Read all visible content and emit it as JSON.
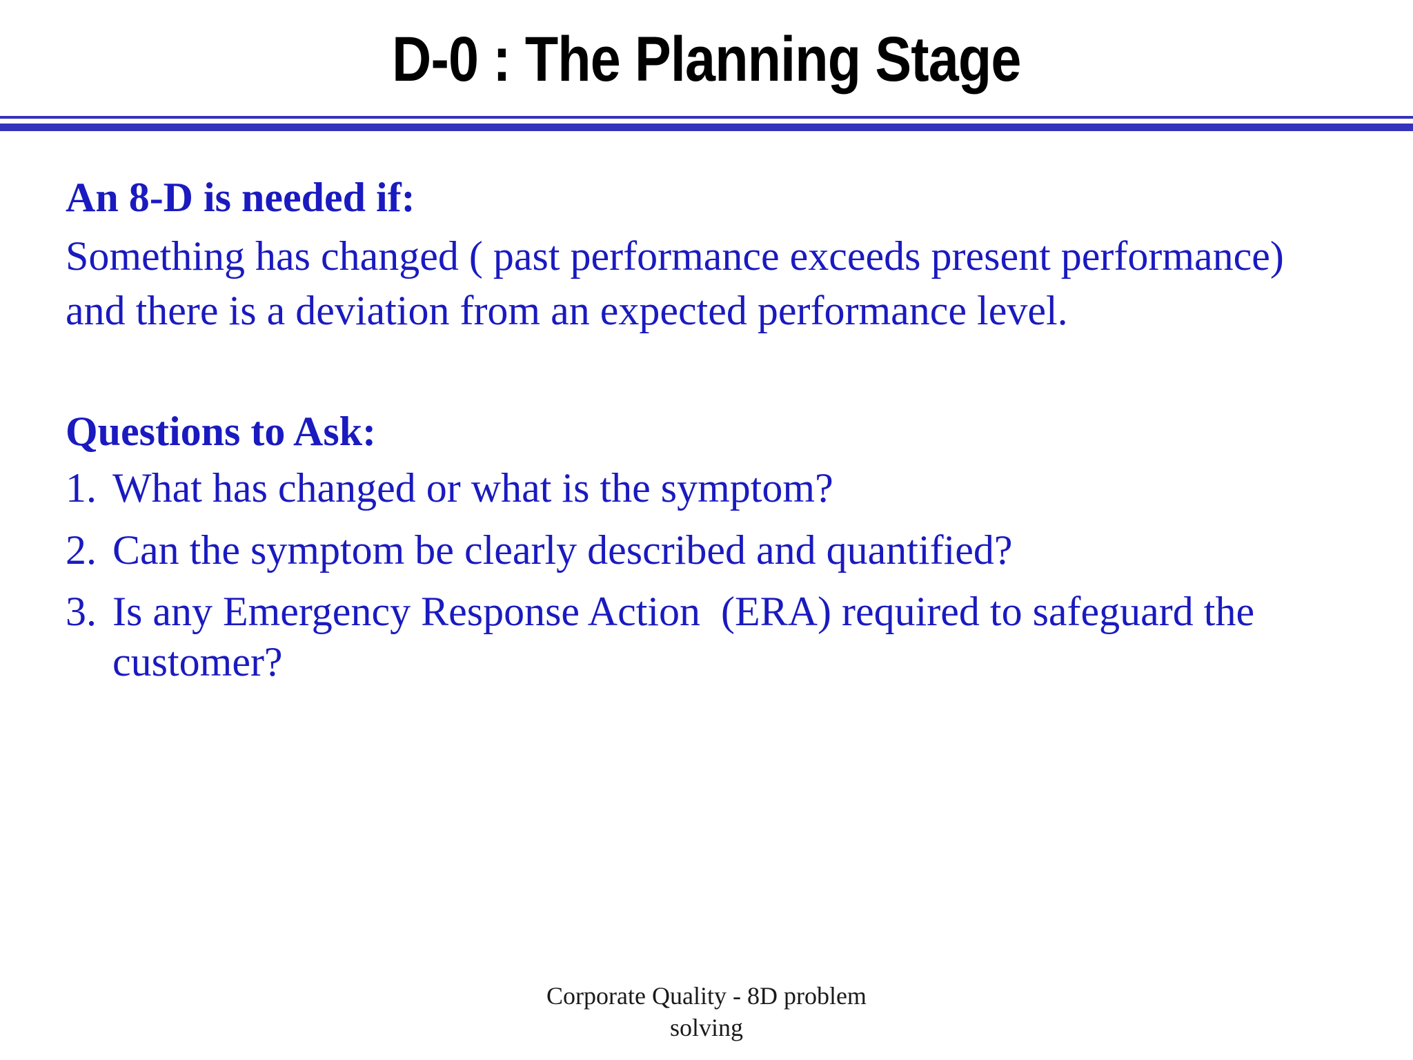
{
  "slide": {
    "title": "D-0 : The Planning Stage",
    "background_color": "#ffffff",
    "title_color": "#000000",
    "accent_color": "#3333bb",
    "body_text_color": "#1a1ac0",
    "footer_text_color": "#1a1a1a"
  },
  "body": {
    "lead_heading": "An 8-D is needed if:",
    "lead_paragraph": "Something has changed ( past performance exceeds present performance) and there is a deviation from an expected performance level.",
    "section_heading": "Questions to Ask:",
    "questions": [
      {
        "number": "1.",
        "text": "What has changed or what is the symptom?"
      },
      {
        "number": "2.",
        "text": "Can the symptom be clearly described and quantified?"
      },
      {
        "number": "3.",
        "text": "Is any Emergency Response Action  (ERA) required to safeguard the customer?"
      }
    ]
  },
  "footer": {
    "line1": "Corporate Quality - 8D problem",
    "line2": "solving"
  }
}
